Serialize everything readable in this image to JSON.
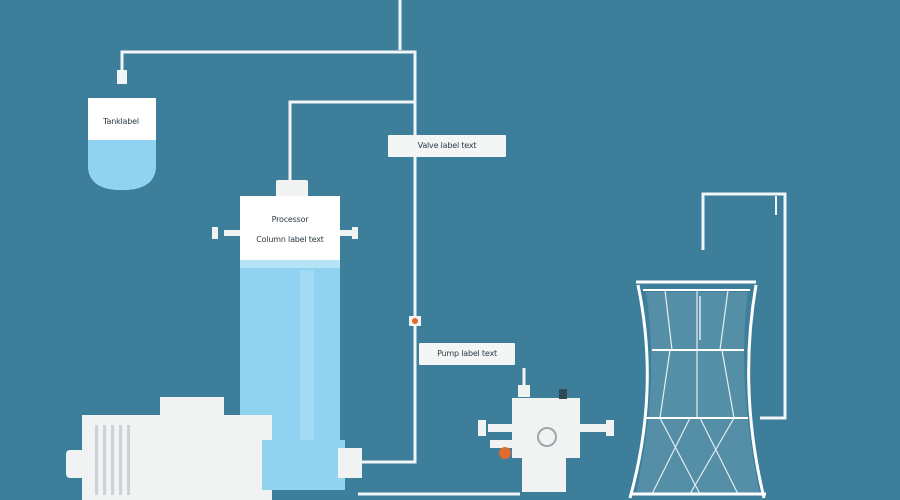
{
  "labels": {
    "tank_label": "Tanklabel",
    "valve_label": "Valve label text",
    "column_label_line1": "Processor",
    "column_label_line2": "Column label text",
    "pump_label": "Pump label text"
  },
  "colors": {
    "background": "#3d7f9b",
    "pipe": "#f2f5f6",
    "liquid": "#8fd3f0",
    "equipment": "#f1f3f3",
    "valve_accent": "#e26a2c"
  }
}
